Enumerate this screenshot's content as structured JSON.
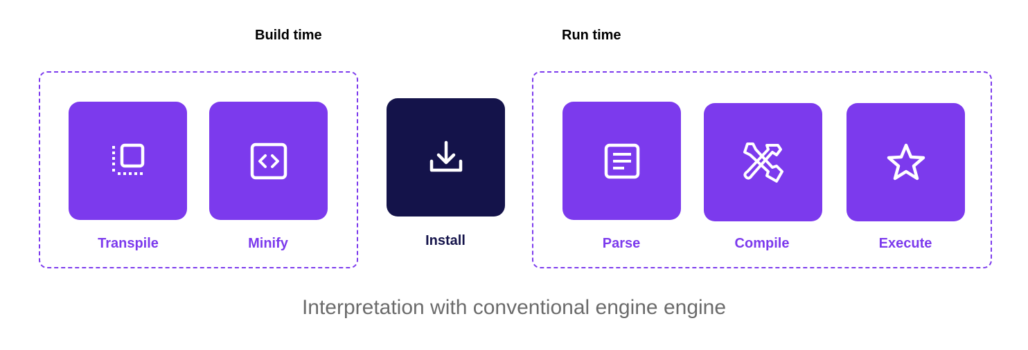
{
  "groups": {
    "build": {
      "label": "Build time"
    },
    "run": {
      "label": "Run time"
    }
  },
  "steps": [
    {
      "label": "Transpile",
      "icon": "transpile-icon"
    },
    {
      "label": "Minify",
      "icon": "code-brackets-icon"
    },
    {
      "label": "Install",
      "icon": "download-icon"
    },
    {
      "label": "Parse",
      "icon": "document-icon"
    },
    {
      "label": "Compile",
      "icon": "tools-icon"
    },
    {
      "label": "Execute",
      "icon": "star-icon"
    }
  ],
  "caption": "Interpretation with conventional engine engine",
  "colors": {
    "accent": "#7c3aed",
    "navy": "#14134a",
    "caption": "#6b6b6b"
  }
}
